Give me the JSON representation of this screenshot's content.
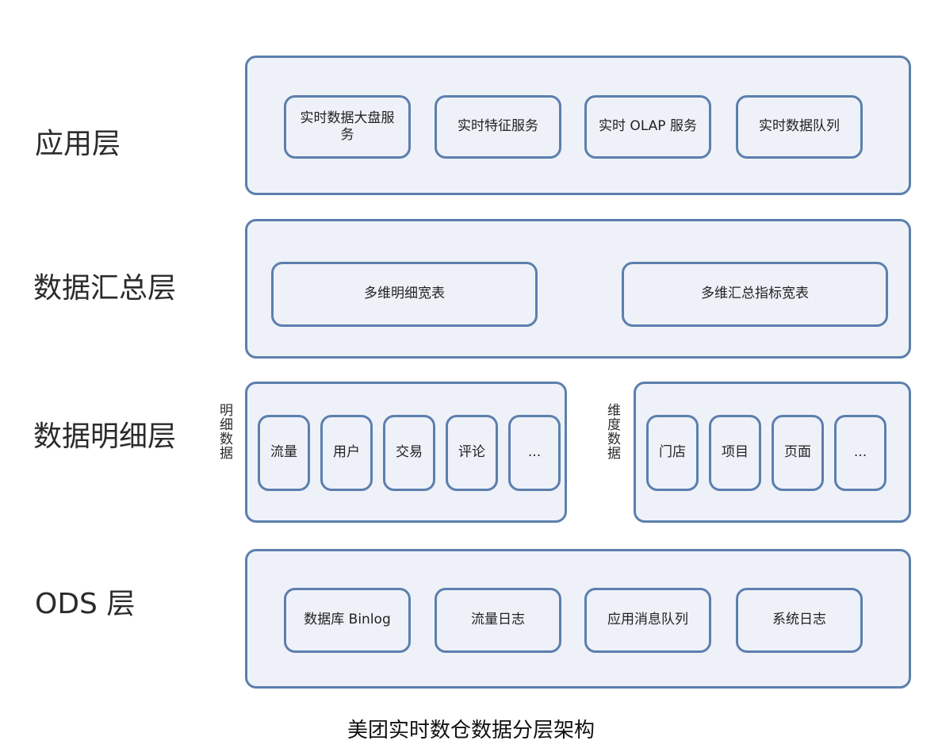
{
  "layers": {
    "application": {
      "label": "应用层",
      "items": [
        "实时数据大盘服务",
        "实时特征服务",
        "实时 OLAP 服务",
        "实时数据队列"
      ]
    },
    "summary": {
      "label": "数据汇总层",
      "items": [
        "多维明细宽表",
        "多维汇总指标宽表"
      ]
    },
    "detail": {
      "label": "数据明细层",
      "detail_group": {
        "label": "明细数据",
        "items": [
          "流量",
          "用户",
          "交易",
          "评论",
          "..."
        ]
      },
      "dimension_group": {
        "label": "维度数据",
        "items": [
          "门店",
          "项目",
          "页面",
          "..."
        ]
      }
    },
    "ods": {
      "label": "ODS 层",
      "items": [
        "数据库 Binlog",
        "流量日志",
        "应用消息队列",
        "系统日志"
      ]
    }
  },
  "caption": "美团实时数仓数据分层架构",
  "colors": {
    "border": "#5c7fad",
    "fill": "#eef1f8"
  }
}
